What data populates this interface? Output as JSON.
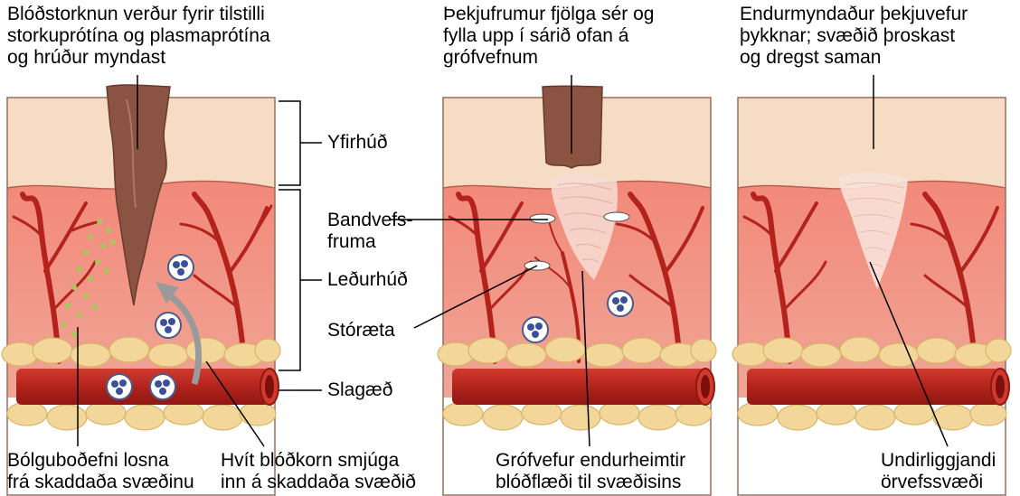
{
  "captions": {
    "panel1": [
      "Blóðstorknun verður fyrir tilstilli",
      "storkuprótína og plasmaprótína",
      "og hrúður myndast"
    ],
    "panel2": [
      "Þekjufrumur fjölga sér og",
      "fylla upp í sárið ofan á",
      "grófvefnum"
    ],
    "panel3": [
      "Endurmyndaður þekjuvefur",
      "þykknar; svæðið þroskast",
      "og dregst saman"
    ]
  },
  "labels": {
    "epidermis": "Yfirhúð",
    "fibroblast": [
      "Bandvefs-",
      "fruma"
    ],
    "dermis": "Leðurhúð",
    "macrophage": "Stóræta",
    "artery": "Slagæð"
  },
  "bottom": {
    "inflammatory": [
      "Bólguboðefni losna",
      "frá skaddaða svæðinu"
    ],
    "leukocytes": [
      "Hvít blóðkorn smjúga",
      "inn á skaddaða svæðið"
    ],
    "granulation": [
      "Grófvefur endurheimtir",
      "blóðflæði til svæðisins"
    ],
    "scar": [
      "Undirliggjandi",
      "örvefssvæði"
    ]
  },
  "colors": {
    "epidermis": "#f6dcc4",
    "dermis": "#ef9c8e",
    "fat": "#f3d69a",
    "vessel": "#b3231c",
    "scab": "#8b5442",
    "leader": "#000000"
  }
}
